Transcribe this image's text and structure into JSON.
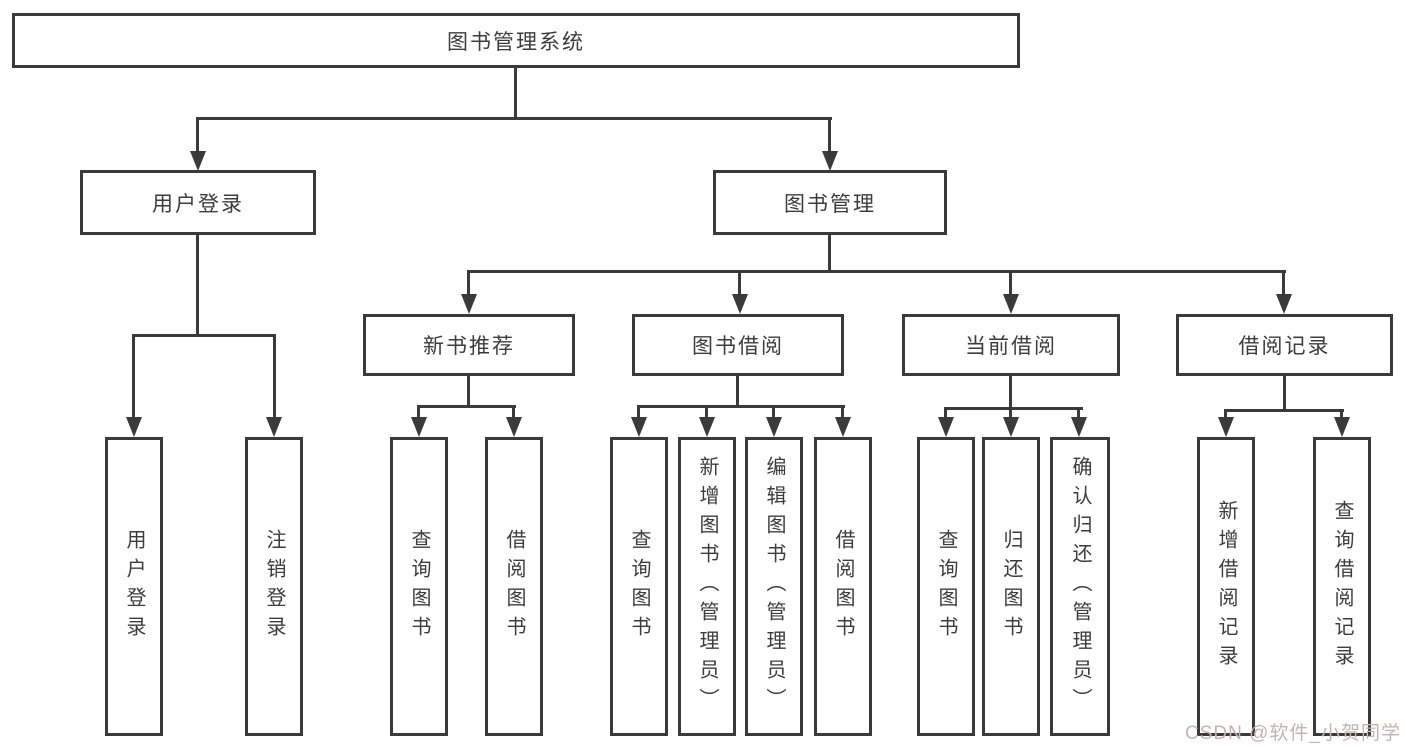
{
  "tree": {
    "root": "图书管理系统",
    "branches": [
      {
        "label": "用户登录",
        "children": [
          "用户登录",
          "注销登录"
        ]
      },
      {
        "label": "图书管理",
        "sections": [
          {
            "label": "新书推荐",
            "children": [
              "查询图书",
              "借阅图书"
            ]
          },
          {
            "label": "图书借阅",
            "children": [
              "查询图书",
              "新增图书（管理员）",
              "编辑图书（管理员）",
              "借阅图书"
            ]
          },
          {
            "label": "当前借阅",
            "children": [
              "查询图书",
              "归还图书",
              "确认归还（管理员）"
            ]
          },
          {
            "label": "借阅记录",
            "children": [
              "新增借阅记录",
              "查询借阅记录"
            ]
          }
        ]
      }
    ]
  },
  "watermark": {
    "text": "CSDN @软件_小贺同学"
  },
  "colors": {
    "line": "#3a3a3a",
    "text": "#3c3c3c",
    "background": "#ffffff",
    "watermark": "#c4b2b4"
  }
}
